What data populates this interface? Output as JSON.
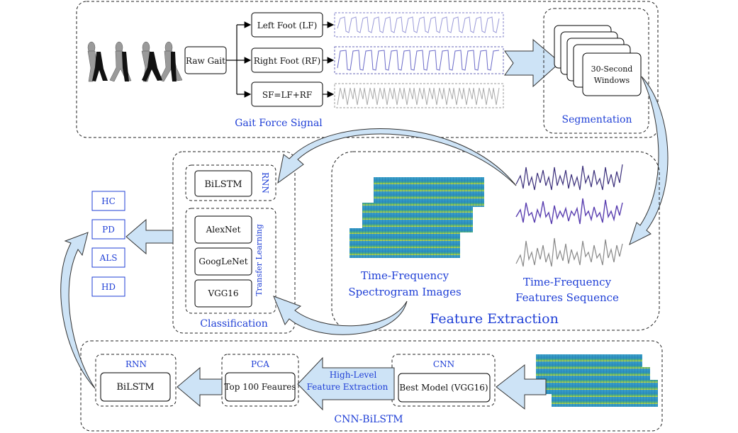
{
  "top": {
    "raw_gait": "Raw Gait",
    "signals": [
      "Left Foot (LF)",
      "Right Foot (RF)",
      "SF=LF+RF"
    ],
    "section_label": "Gait Force Signal",
    "windows_line1": "30-Second",
    "windows_line2": "Windows",
    "segmentation": "Segmentation"
  },
  "classification": {
    "rnn_model": "BiLSTM",
    "rnn_group": "RNN",
    "tl_models": [
      "AlexNet",
      "GoogLeNet",
      "VGG16"
    ],
    "tl_group": "Transfer Learning",
    "label": "Classification"
  },
  "classes": [
    "HC",
    "PD",
    "ALS",
    "HD"
  ],
  "feature_extraction": {
    "spectrogram_line1": "Time-Frequency",
    "spectrogram_line2": "Spectrogram Images",
    "sequence_line1": "Time-Frequency",
    "sequence_line2": "Features Sequence",
    "label": "Feature Extraction"
  },
  "cnn_bilstm": {
    "cnn_group": "CNN",
    "cnn_model": "Best Model (VGG16)",
    "arrow_line1": "High-Level",
    "arrow_line2": "Feature Extraction",
    "pca_group": "PCA",
    "pca_model": "Top 100 Feaures",
    "rnn_group": "RNN",
    "rnn_model": "BiLSTM",
    "label": "CNN-BiLSTM"
  },
  "colors": {
    "label_blue": "#1f3fd6",
    "arrow_fill": "#cde3f6"
  }
}
